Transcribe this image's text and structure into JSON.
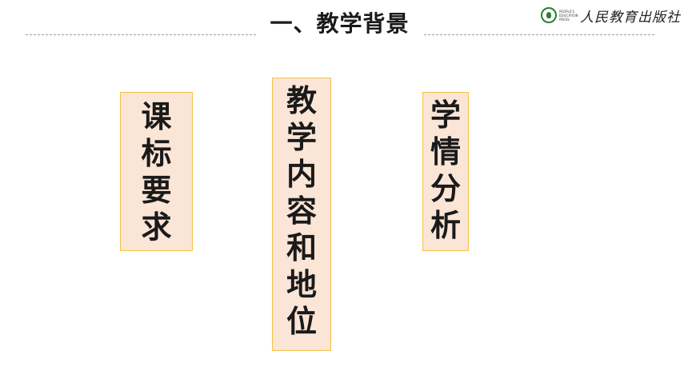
{
  "header": {
    "title": "一、教学背景",
    "logo_small_text": "PEOPLE'S EDUCATION PRESS",
    "logo_name": "人民教育出版社"
  },
  "boxes": [
    {
      "label": "课标要求"
    },
    {
      "label": "教学内容和地位"
    },
    {
      "label": "学情分析"
    }
  ],
  "colors": {
    "box_fill": "#fbe5d6",
    "box_border": "#f5c242",
    "logo_green": "#2e7d32"
  },
  "icons": {
    "logo": "pep-logo-icon"
  }
}
